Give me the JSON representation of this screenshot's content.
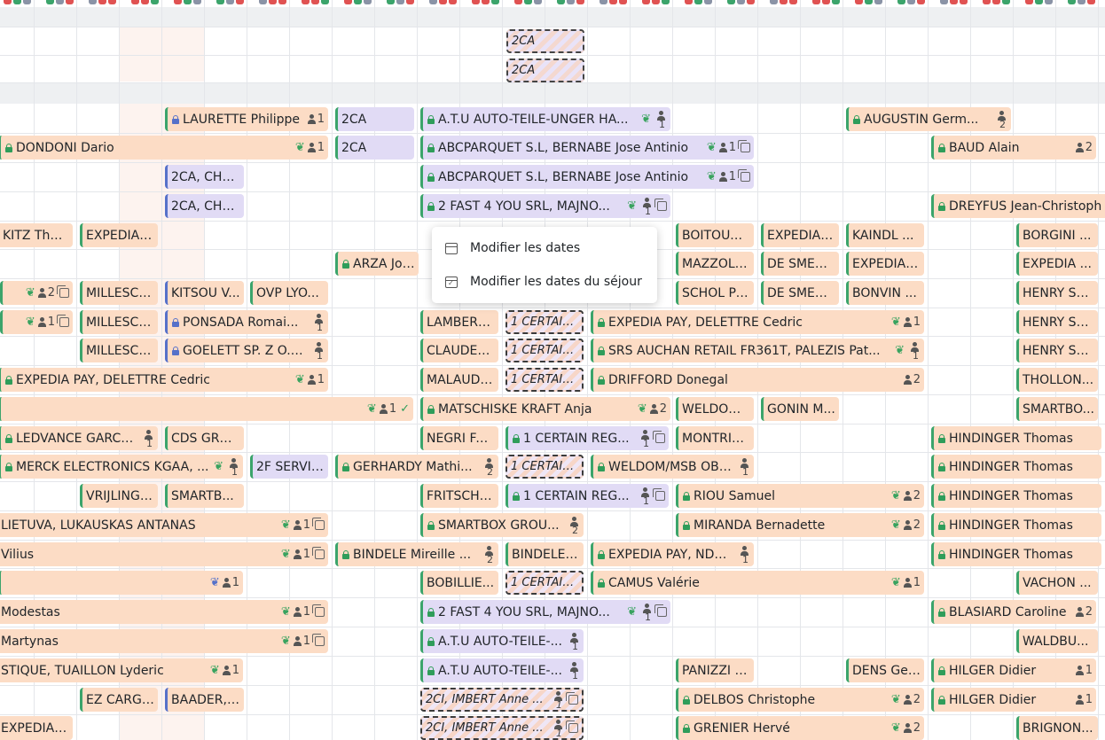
{
  "context_menu": {
    "items": [
      {
        "label": "Modifier les dates",
        "icon": "calendar-icon"
      },
      {
        "label": "Modifier les dates du séjour",
        "icon": "calendar-check-icon"
      }
    ]
  },
  "section_a": [
    {
      "label": "2CA",
      "style": "hatch-purple"
    },
    {
      "label": "2CA",
      "style": "hatch-purple"
    }
  ],
  "bookings": [
    {
      "id": "b1",
      "label": "LAURETTE Philippe",
      "count": "1"
    },
    {
      "id": "b2",
      "label": "2CA"
    },
    {
      "id": "b3",
      "label": "A.T.U AUTO-TEILE-UNGER HA...",
      "count": "1"
    },
    {
      "id": "b4",
      "label": "AUGUSTIN Germ...",
      "count": "2"
    },
    {
      "id": "b5",
      "label": "DONDONI Dario",
      "count": "1"
    },
    {
      "id": "b6",
      "label": "2CA"
    },
    {
      "id": "b7",
      "label": "ABCPARQUET S.L, BERNABE Jose Antinio",
      "count": "1"
    },
    {
      "id": "b8",
      "label": "BAUD Alain",
      "count": "2"
    },
    {
      "id": "b9",
      "label": "2CA, CHA..."
    },
    {
      "id": "b10",
      "label": "ABCPARQUET S.L, BERNABE Jose Antinio",
      "count": "1"
    },
    {
      "id": "b11",
      "label": "2CA, CHA..."
    },
    {
      "id": "b12",
      "label": "2 FAST 4 YOU SRL, MAJNO...",
      "count": "1"
    },
    {
      "id": "b13",
      "label": "DREYFUS Jean-Christoph"
    },
    {
      "id": "b14",
      "label": "KITZ Thor..."
    },
    {
      "id": "b15",
      "label": "EXPEDIA ..."
    },
    {
      "id": "b16",
      "label": "BOITOUZ..."
    },
    {
      "id": "b17",
      "label": "EXPEDIA ..."
    },
    {
      "id": "b18",
      "label": "KAINDL ..."
    },
    {
      "id": "b19",
      "label": "BORGINI ..."
    },
    {
      "id": "b20",
      "label": "ARZA José"
    },
    {
      "id": "b21",
      "label": "MAZZOLE..."
    },
    {
      "id": "b22",
      "label": "DE SMEDT..."
    },
    {
      "id": "b23",
      "label": "EXPEDIA ..."
    },
    {
      "id": "b24",
      "label": "EXPEDIA ..."
    },
    {
      "id": "b25",
      "label": "",
      "count": "2"
    },
    {
      "id": "b26",
      "label": "MILLESCA..."
    },
    {
      "id": "b27",
      "label": "KITSOU V..."
    },
    {
      "id": "b28",
      "label": "OVP LYO..."
    },
    {
      "id": "b29",
      "label": "SCHOL Pi..."
    },
    {
      "id": "b30",
      "label": "DE SMEDT..."
    },
    {
      "id": "b31",
      "label": "BONVIN ..."
    },
    {
      "id": "b32",
      "label": "HENRY Sa..."
    },
    {
      "id": "b33",
      "label": "",
      "count": "1"
    },
    {
      "id": "b34",
      "label": "MILLESCA..."
    },
    {
      "id": "b35",
      "label": "PONSADA Romai...",
      "count": "1"
    },
    {
      "id": "b36",
      "label": "LAMBERE..."
    },
    {
      "id": "b37",
      "label": "1 CERTAIN..."
    },
    {
      "id": "b38",
      "label": "EXPEDIA PAY, DELETTRE Cedric",
      "count": "1"
    },
    {
      "id": "b39",
      "label": "HENRY Sa..."
    },
    {
      "id": "b40",
      "label": "MILLESCA..."
    },
    {
      "id": "b41",
      "label": "GOELETT SP. Z O.O....",
      "count": "1"
    },
    {
      "id": "b42",
      "label": "CLAUDET ..."
    },
    {
      "id": "b43",
      "label": "1 CERTAIN..."
    },
    {
      "id": "b44",
      "label": "SRS AUCHAN RETAIL FR361T, PALEZIS Pat...",
      "count": "1"
    },
    {
      "id": "b45",
      "label": "HENRY Sa..."
    },
    {
      "id": "b46",
      "label": "EXPEDIA PAY, DELETTRE Cedric",
      "count": "1"
    },
    {
      "id": "b47",
      "label": "MALAUD ..."
    },
    {
      "id": "b48",
      "label": "1 CERTAIN..."
    },
    {
      "id": "b49",
      "label": "DRIFFORD Donegal",
      "count": "2"
    },
    {
      "id": "b50",
      "label": "THOLLON..."
    },
    {
      "id": "b51",
      "label": "",
      "count": "1"
    },
    {
      "id": "b52",
      "label": "MATSCHISKE KRAFT Anja",
      "count": "2"
    },
    {
      "id": "b53",
      "label": "WELDOM..."
    },
    {
      "id": "b54",
      "label": "GONIN M..."
    },
    {
      "id": "b55",
      "label": "SMARTBO..."
    },
    {
      "id": "b56",
      "label": "LEDVANCE GARCHI...",
      "count": "1"
    },
    {
      "id": "b57",
      "label": "CDS GRO..."
    },
    {
      "id": "b58",
      "label": "NEGRI Fa..."
    },
    {
      "id": "b59",
      "label": "1 CERTAIN REG...",
      "count": "1"
    },
    {
      "id": "b60",
      "label": "MONTRIC..."
    },
    {
      "id": "b61",
      "label": "HINDINGER Thomas"
    },
    {
      "id": "b62",
      "label": "MERCK ELECTRONICS KGAA, ...",
      "count": "1"
    },
    {
      "id": "b63",
      "label": "2F SERVIC..."
    },
    {
      "id": "b64",
      "label": "GERHARDY Mathi...",
      "count": "2"
    },
    {
      "id": "b65",
      "label": "1 CERTAIN..."
    },
    {
      "id": "b66",
      "label": "WELDOM/MSB OBI...",
      "count": "1"
    },
    {
      "id": "b67",
      "label": "HINDINGER Thomas"
    },
    {
      "id": "b68",
      "label": "VRIJLING ..."
    },
    {
      "id": "b69",
      "label": "SMARTB..."
    },
    {
      "id": "b70",
      "label": "FRITSCH ..."
    },
    {
      "id": "b71",
      "label": "1 CERTAIN REG...",
      "count": "1"
    },
    {
      "id": "b72",
      "label": "RIOU Samuel",
      "count": "2"
    },
    {
      "id": "b73",
      "label": "HINDINGER Thomas"
    },
    {
      "id": "b74",
      "label": "LIETUVA, LUKAUSKAS ANTANAS",
      "count": "1"
    },
    {
      "id": "b75",
      "label": "SMARTBOX GROU...",
      "count": "2"
    },
    {
      "id": "b76",
      "label": "MIRANDA Bernadette",
      "count": "2"
    },
    {
      "id": "b77",
      "label": "HINDINGER Thomas"
    },
    {
      "id": "b78",
      "label": "Vilius",
      "count": "1"
    },
    {
      "id": "b79",
      "label": "BINDELE Mireille ...",
      "count": "2"
    },
    {
      "id": "b80",
      "label": "BINDELE ..."
    },
    {
      "id": "b81",
      "label": "EXPEDIA PAY, NDU...",
      "count": "1"
    },
    {
      "id": "b82",
      "label": "HINDINGER Thomas"
    },
    {
      "id": "b83",
      "label": "",
      "count": "1"
    },
    {
      "id": "b84",
      "label": "BOBILLIE..."
    },
    {
      "id": "b85",
      "label": "1 CERTAIN..."
    },
    {
      "id": "b86",
      "label": "CAMUS Valérie",
      "count": "1"
    },
    {
      "id": "b87",
      "label": "VACHON ..."
    },
    {
      "id": "b88",
      "label": "Modestas",
      "count": "1"
    },
    {
      "id": "b89",
      "label": "2 FAST 4 YOU SRL, MAJNO...",
      "count": "1"
    },
    {
      "id": "b90",
      "label": "BLASIARD Caroline",
      "count": "2"
    },
    {
      "id": "b91",
      "label": "Martynas",
      "count": "1"
    },
    {
      "id": "b92",
      "label": "A.T.U AUTO-TEILE-...",
      "count": "1"
    },
    {
      "id": "b93",
      "label": "WALDBU..."
    },
    {
      "id": "b94",
      "label": "STIQUE, TUAILLON Lyderic",
      "count": "1"
    },
    {
      "id": "b95",
      "label": "A.T.U AUTO-TEILE-...",
      "count": "1"
    },
    {
      "id": "b96",
      "label": "PANIZZI R..."
    },
    {
      "id": "b97",
      "label": "DENS Geo..."
    },
    {
      "id": "b98",
      "label": "HILGER Didier",
      "count": "1"
    },
    {
      "id": "b99",
      "label": "EZ CARGO..."
    },
    {
      "id": "b100",
      "label": "BAADER, ..."
    },
    {
      "id": "b101",
      "label": "2CI, IMBERT Anne ...",
      "count": "1"
    },
    {
      "id": "b102",
      "label": "DELBOS Christophe",
      "count": "2"
    },
    {
      "id": "b103",
      "label": "HILGER Didier",
      "count": "1"
    },
    {
      "id": "b104",
      "label": "EXPEDIA ..."
    },
    {
      "id": "b105",
      "label": "2CI, IMBERT Anne ...",
      "count": "1"
    },
    {
      "id": "b106",
      "label": "GRENIER Hervé",
      "count": "2"
    },
    {
      "id": "b107",
      "label": "BRIGNON..."
    }
  ]
}
